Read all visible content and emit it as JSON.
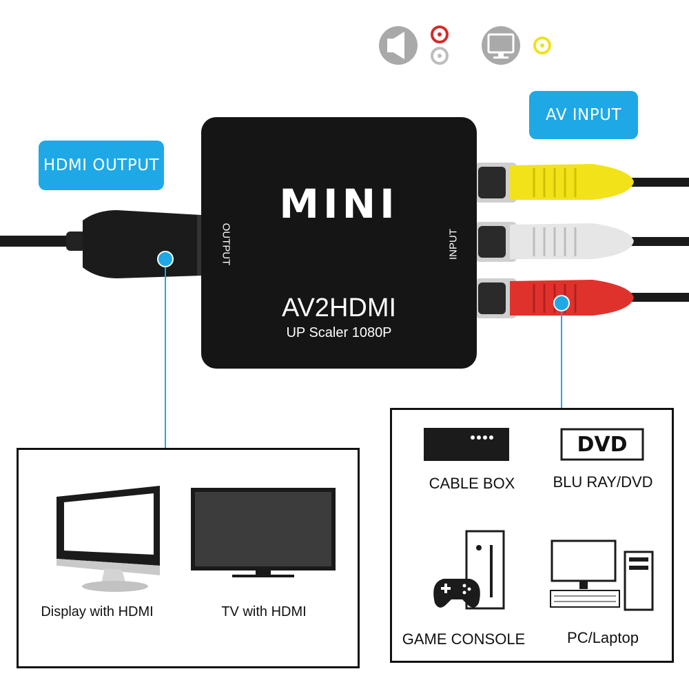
{
  "badges": {
    "hdmi_output": "HDMI OUTPUT",
    "av_input": "AV INPUT"
  },
  "device": {
    "brand": "MINI",
    "model": "AV2HDMI",
    "subtitle": "UP Scaler 1080P",
    "output_port_label": "OUTPUT",
    "input_port_label": "INPUT"
  },
  "top_icons": [
    "speaker-icon",
    "red-white-rca-jacks-icon",
    "monitor-icon",
    "yellow-rca-jack-icon"
  ],
  "output_devices": [
    {
      "label": "Display with HDMI",
      "icon": "computer-monitor-icon"
    },
    {
      "label": "TV with HDMI",
      "icon": "flat-tv-icon"
    }
  ],
  "input_devices": [
    {
      "label": "CABLE BOX",
      "icon": "cable-box-icon"
    },
    {
      "label": "BLU RAY/DVD",
      "icon": "dvd-player-icon",
      "icon_text": "DVD"
    },
    {
      "label": "GAME CONSOLE",
      "icon": "game-console-icon"
    },
    {
      "label": "PC/Laptop",
      "icon": "pc-desktop-icon"
    }
  ],
  "colors": {
    "badge_blue": "#1fa8e6",
    "rca_yellow": "#f2e21a",
    "rca_white": "#e6e6e6",
    "rca_red": "#e0322c",
    "device_black": "#151515"
  }
}
